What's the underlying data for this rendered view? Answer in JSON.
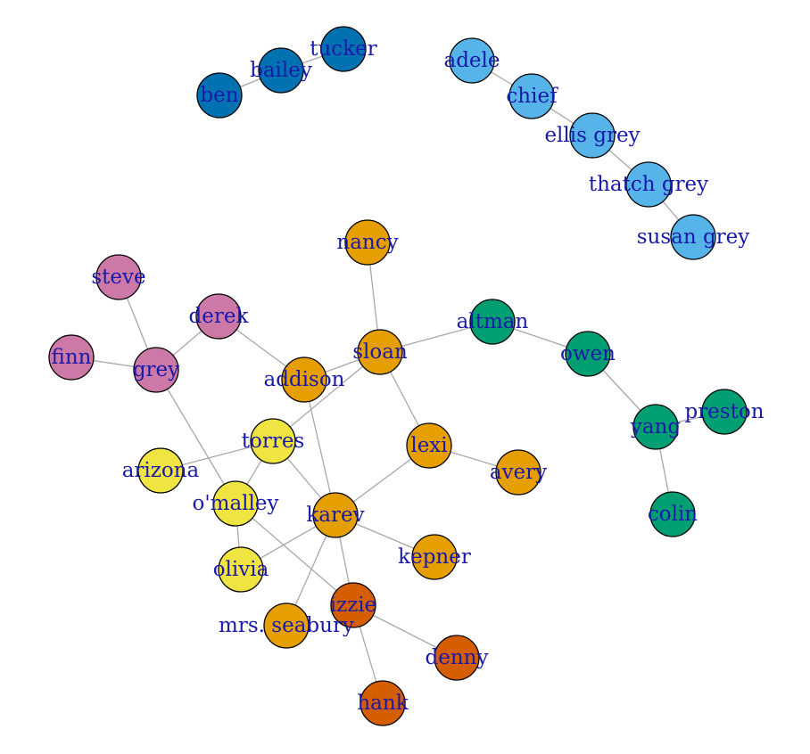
{
  "colors": {
    "edge": "#a8a8a8",
    "label": "#1a1aa8",
    "groups": {
      "dark_blue": "#0072b2",
      "sky_blue": "#56b4e9",
      "green": "#009e73",
      "pink": "#cc79a7",
      "orange": "#e69f00",
      "yellow": "#f0e442",
      "vermillion": "#d55e00"
    }
  },
  "nodes": [
    {
      "id": "tucker",
      "label": "tucker",
      "group": "dark_blue"
    },
    {
      "id": "bailey",
      "label": "bailey",
      "group": "dark_blue"
    },
    {
      "id": "ben",
      "label": "ben",
      "group": "dark_blue"
    },
    {
      "id": "adele",
      "label": "adele",
      "group": "sky_blue"
    },
    {
      "id": "chief",
      "label": "chief",
      "group": "sky_blue"
    },
    {
      "id": "ellis_grey",
      "label": "ellis grey",
      "group": "sky_blue"
    },
    {
      "id": "thatch_grey",
      "label": "thatch grey",
      "group": "sky_blue"
    },
    {
      "id": "susan_grey",
      "label": "susan grey",
      "group": "sky_blue"
    },
    {
      "id": "nancy",
      "label": "nancy",
      "group": "orange"
    },
    {
      "id": "steve",
      "label": "steve",
      "group": "pink"
    },
    {
      "id": "derek",
      "label": "derek",
      "group": "pink"
    },
    {
      "id": "altman",
      "label": "altman",
      "group": "green"
    },
    {
      "id": "finn",
      "label": "finn",
      "group": "pink"
    },
    {
      "id": "grey",
      "label": "grey",
      "group": "pink"
    },
    {
      "id": "sloan",
      "label": "sloan",
      "group": "orange"
    },
    {
      "id": "addison",
      "label": "addison",
      "group": "orange"
    },
    {
      "id": "owen",
      "label": "owen",
      "group": "green"
    },
    {
      "id": "preston",
      "label": "preston",
      "group": "green"
    },
    {
      "id": "yang",
      "label": "yang",
      "group": "green"
    },
    {
      "id": "torres",
      "label": "torres",
      "group": "yellow"
    },
    {
      "id": "lexi",
      "label": "lexi",
      "group": "orange"
    },
    {
      "id": "arizona",
      "label": "arizona",
      "group": "yellow"
    },
    {
      "id": "avery",
      "label": "avery",
      "group": "orange"
    },
    {
      "id": "omalley",
      "label": "o'malley",
      "group": "yellow"
    },
    {
      "id": "karev",
      "label": "karev",
      "group": "orange"
    },
    {
      "id": "colin",
      "label": "colin",
      "group": "green"
    },
    {
      "id": "kepner",
      "label": "kepner",
      "group": "orange"
    },
    {
      "id": "olivia",
      "label": "olivia",
      "group": "yellow"
    },
    {
      "id": "izzie",
      "label": "izzie",
      "group": "vermillion"
    },
    {
      "id": "mrs_seabury",
      "label": "mrs. seabury",
      "group": "orange"
    },
    {
      "id": "denny",
      "label": "denny",
      "group": "vermillion"
    },
    {
      "id": "hank",
      "label": "hank",
      "group": "vermillion"
    }
  ],
  "edges": [
    [
      "ben",
      "bailey"
    ],
    [
      "bailey",
      "tucker"
    ],
    [
      "adele",
      "chief"
    ],
    [
      "chief",
      "ellis_grey"
    ],
    [
      "ellis_grey",
      "thatch_grey"
    ],
    [
      "thatch_grey",
      "susan_grey"
    ],
    [
      "steve",
      "grey"
    ],
    [
      "finn",
      "grey"
    ],
    [
      "grey",
      "derek"
    ],
    [
      "derek",
      "addison"
    ],
    [
      "grey",
      "omalley"
    ],
    [
      "nancy",
      "sloan"
    ],
    [
      "sloan",
      "altman"
    ],
    [
      "sloan",
      "addison"
    ],
    [
      "sloan",
      "torres"
    ],
    [
      "sloan",
      "lexi"
    ],
    [
      "altman",
      "owen"
    ],
    [
      "owen",
      "yang"
    ],
    [
      "yang",
      "preston"
    ],
    [
      "yang",
      "colin"
    ],
    [
      "addison",
      "karev"
    ],
    [
      "torres",
      "arizona"
    ],
    [
      "torres",
      "karev"
    ],
    [
      "torres",
      "omalley"
    ],
    [
      "lexi",
      "avery"
    ],
    [
      "lexi",
      "karev"
    ],
    [
      "omalley",
      "olivia"
    ],
    [
      "omalley",
      "izzie"
    ],
    [
      "karev",
      "olivia"
    ],
    [
      "karev",
      "kepner"
    ],
    [
      "karev",
      "izzie"
    ],
    [
      "karev",
      "mrs_seabury"
    ],
    [
      "izzie",
      "denny"
    ],
    [
      "izzie",
      "hank"
    ]
  ]
}
